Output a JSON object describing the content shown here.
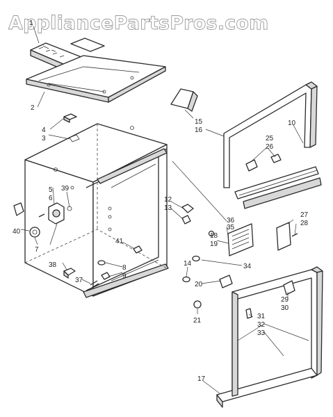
{
  "watermark": "AppliancePartsPros.com",
  "callouts": [
    {
      "id": "1",
      "label": "1"
    },
    {
      "id": "2",
      "label": "2"
    },
    {
      "id": "3",
      "label": "3"
    },
    {
      "id": "4",
      "label": "4"
    },
    {
      "id": "5",
      "label": "5"
    },
    {
      "id": "6",
      "label": "6"
    },
    {
      "id": "7",
      "label": "7"
    },
    {
      "id": "8",
      "label": "8"
    },
    {
      "id": "9",
      "label": "9"
    },
    {
      "id": "10",
      "label": "10"
    },
    {
      "id": "12",
      "label": "12"
    },
    {
      "id": "13",
      "label": "13"
    },
    {
      "id": "14",
      "label": "14"
    },
    {
      "id": "15",
      "label": "15"
    },
    {
      "id": "16",
      "label": "16"
    },
    {
      "id": "17",
      "label": "17"
    },
    {
      "id": "18",
      "label": "18"
    },
    {
      "id": "19",
      "label": "19"
    },
    {
      "id": "20",
      "label": "20"
    },
    {
      "id": "21",
      "label": "21"
    },
    {
      "id": "25",
      "label": "25"
    },
    {
      "id": "26",
      "label": "26"
    },
    {
      "id": "27",
      "label": "27"
    },
    {
      "id": "28",
      "label": "28"
    },
    {
      "id": "29",
      "label": "29"
    },
    {
      "id": "30",
      "label": "30"
    },
    {
      "id": "31",
      "label": "31"
    },
    {
      "id": "32",
      "label": "32"
    },
    {
      "id": "33",
      "label": "33"
    },
    {
      "id": "34",
      "label": "34"
    },
    {
      "id": "35",
      "label": "35"
    },
    {
      "id": "36",
      "label": "36"
    },
    {
      "id": "37",
      "label": "37"
    },
    {
      "id": "38",
      "label": "38"
    },
    {
      "id": "39",
      "label": "39"
    },
    {
      "id": "40",
      "label": "40"
    },
    {
      "id": "41",
      "label": "41"
    }
  ]
}
